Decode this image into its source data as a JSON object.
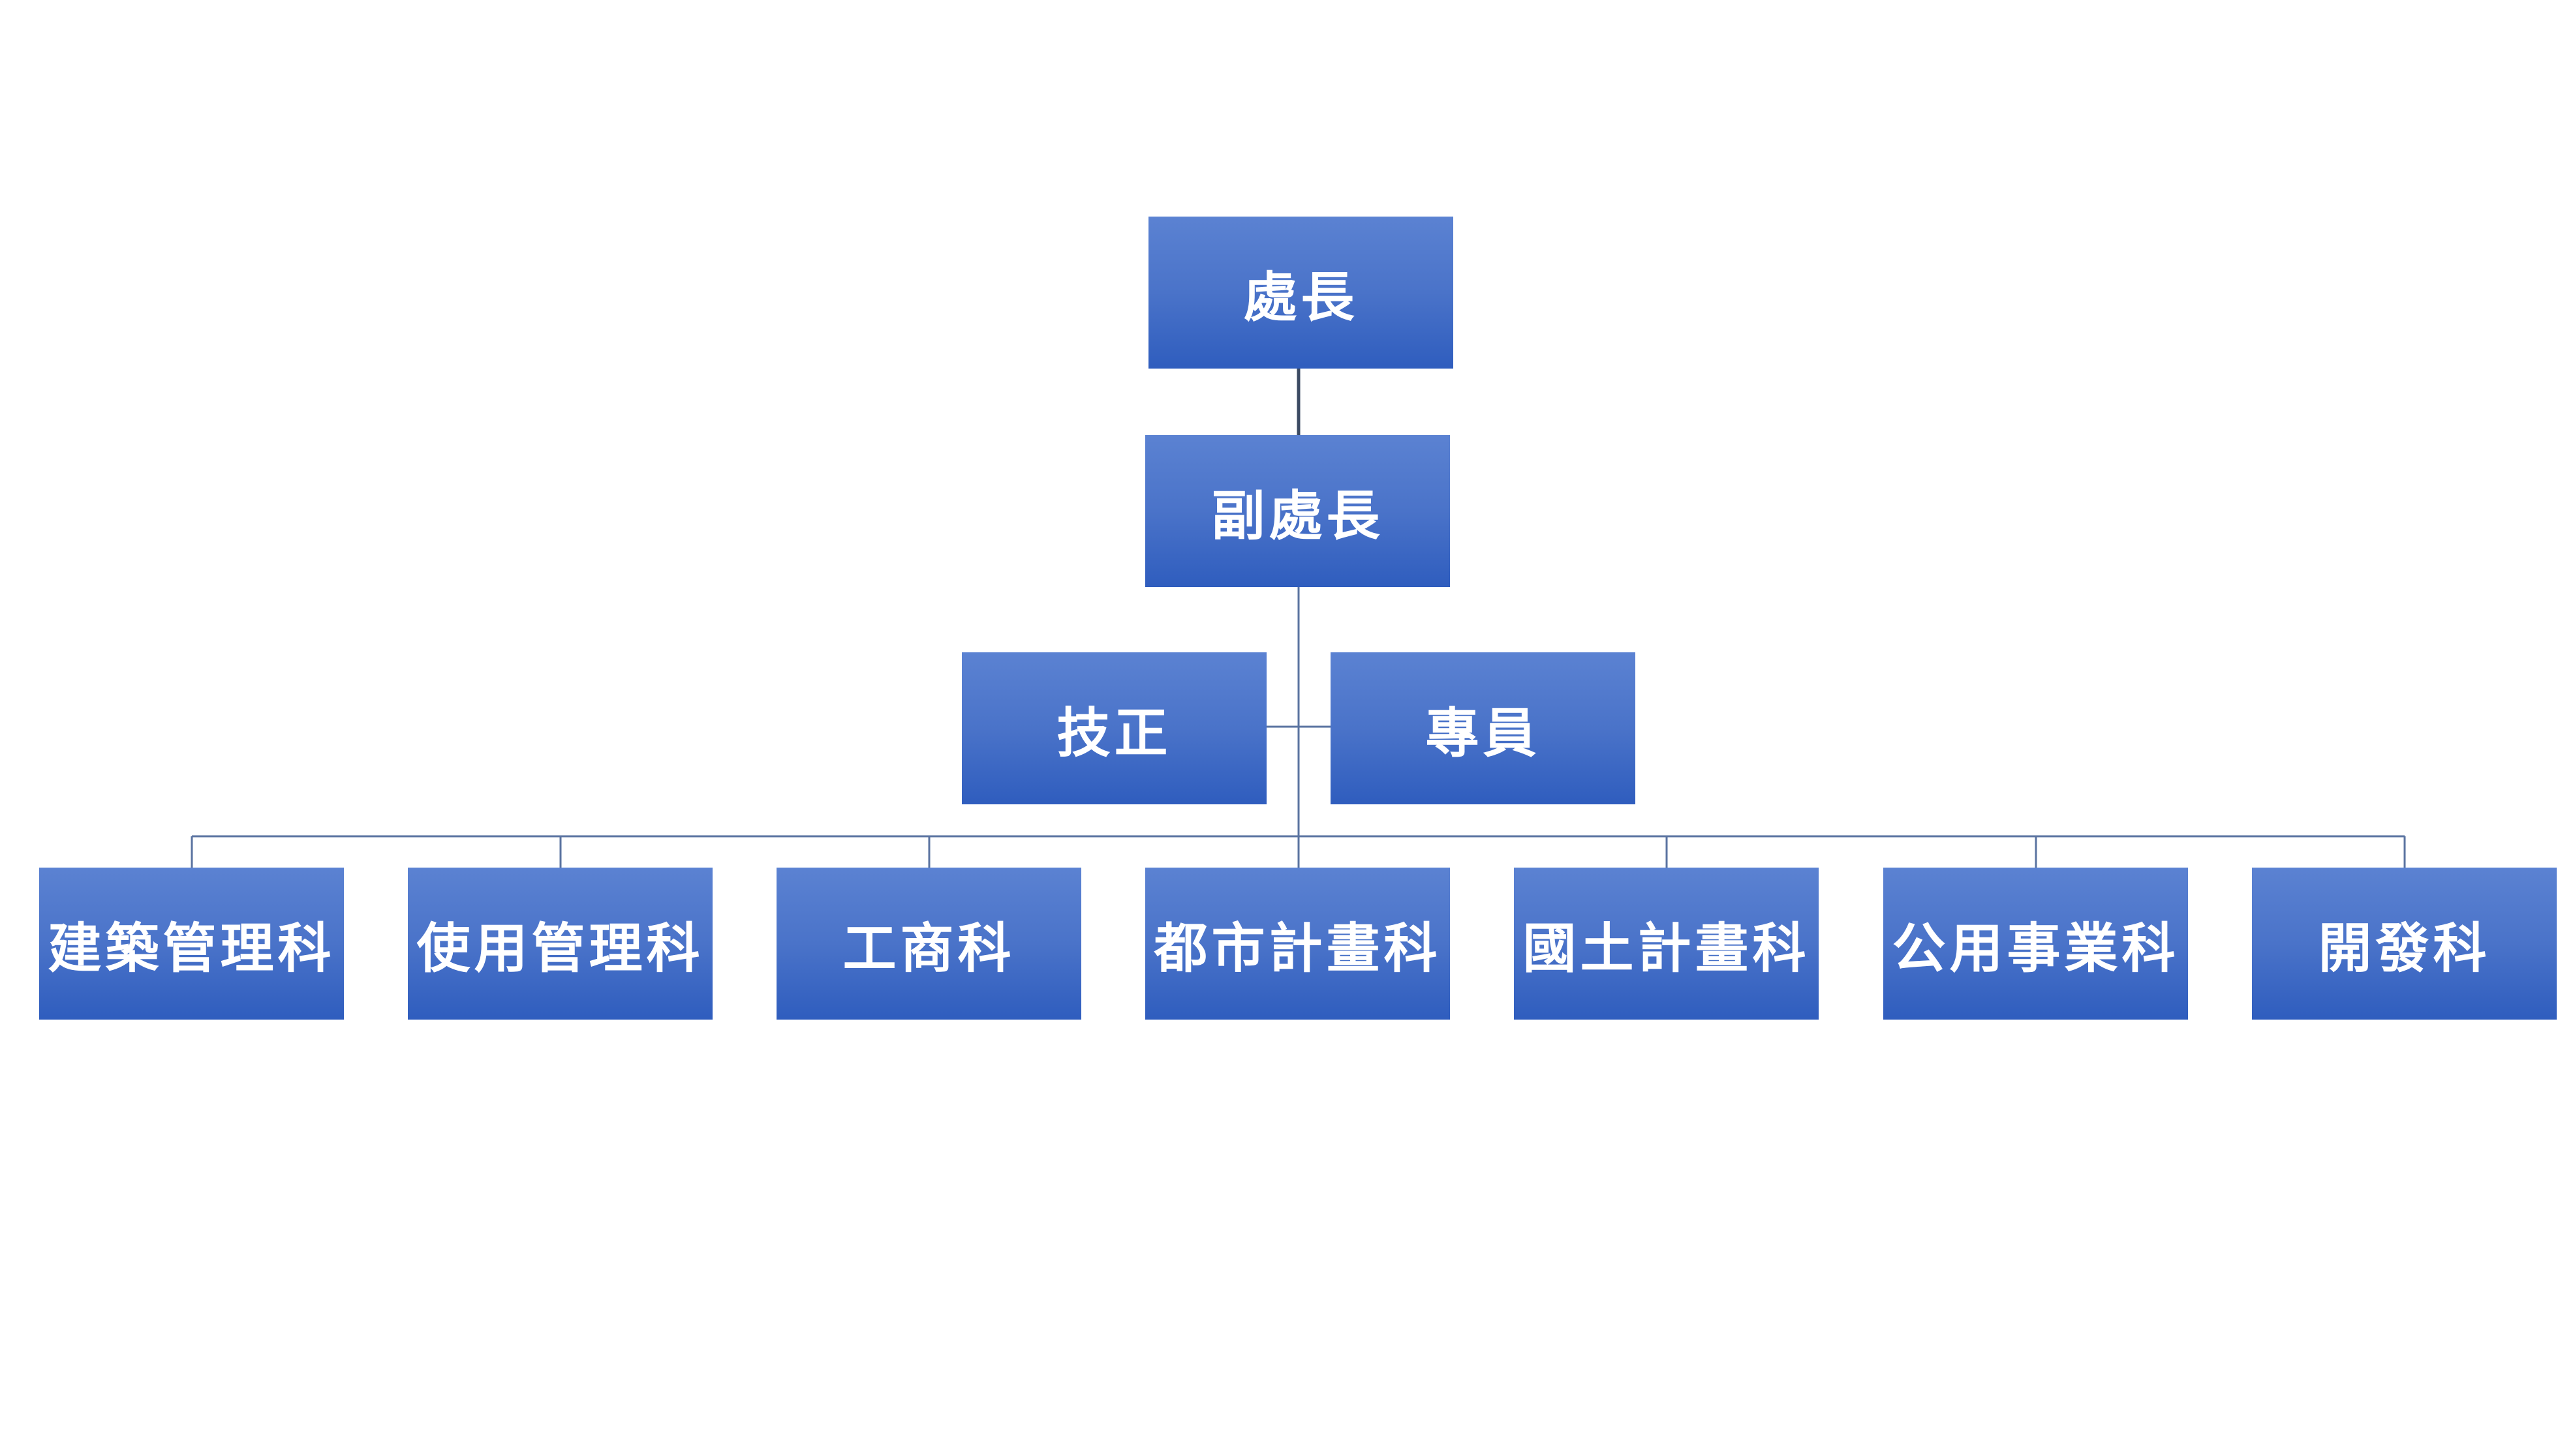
{
  "org_chart": {
    "director": "處長",
    "deputy": "副處長",
    "staff": [
      "技正",
      "專員"
    ],
    "departments": [
      "建築管理科",
      "使用管理科",
      "工商科",
      "都市計畫科",
      "國土計畫科",
      "公用事業科",
      "開發科"
    ]
  },
  "colors": {
    "box_top": "#5b82d2",
    "box_bottom": "#2f5dbe",
    "text": "#ffffff",
    "line_dark": "#3b4a63",
    "line_light": "#5a73a0"
  }
}
